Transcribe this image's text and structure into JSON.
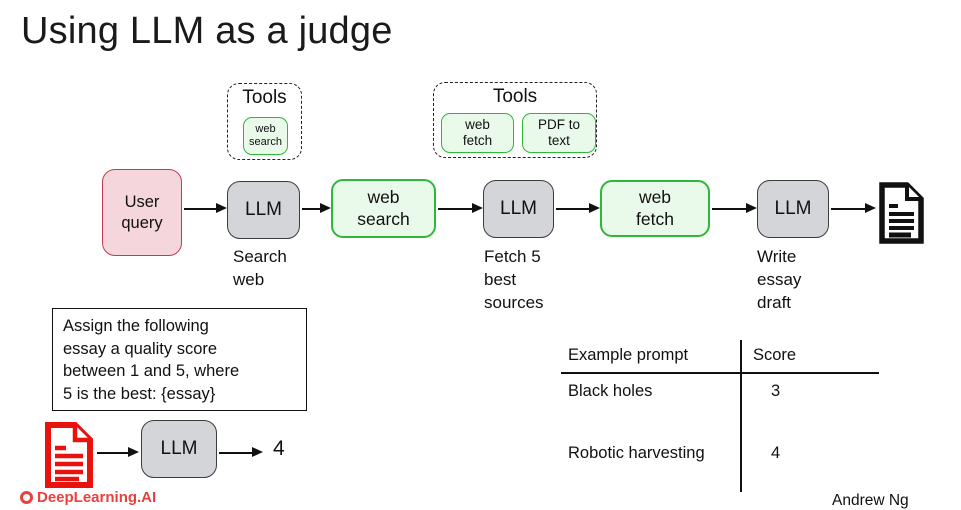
{
  "title": "Using LLM as a judge",
  "toolboxes": [
    {
      "label": "Tools",
      "tools": [
        "web\nsearch"
      ]
    },
    {
      "label": "Tools",
      "tools": [
        "web\nfetch",
        "PDF to\ntext"
      ]
    }
  ],
  "flow": {
    "nodes": [
      {
        "id": "user-query",
        "label": "User\nquery"
      },
      {
        "id": "llm-search",
        "label": "LLM",
        "caption": "Search\nweb"
      },
      {
        "id": "web-search-tool",
        "label": "web\nsearch"
      },
      {
        "id": "llm-fetch",
        "label": "LLM",
        "caption": "Fetch 5\nbest\nsources"
      },
      {
        "id": "web-fetch-tool",
        "label": "web\nfetch"
      },
      {
        "id": "llm-write",
        "label": "LLM",
        "caption": "Write\nessay\ndraft"
      }
    ],
    "output_icon": "essay-draft-document"
  },
  "judge": {
    "prompt": "Assign the following\nessay a quality score\nbetween 1 and 5, where\n5 is the best: {essay}",
    "input_icon": "essay-document",
    "llm_label": "LLM",
    "score": "4"
  },
  "table": {
    "col1_header": "Example prompt",
    "col2_header": "Score",
    "rows": [
      {
        "prompt": "Black holes",
        "score": "3"
      },
      {
        "prompt": "Robotic harvesting",
        "score": "4"
      }
    ]
  },
  "footer": {
    "logo": "DeepLearning.AI",
    "credit": "Andrew Ng"
  },
  "colors": {
    "pink_fill": "#f5d6dc",
    "pink_border": "#c43a52",
    "gray_fill": "#d3d5d9",
    "gray_border": "#3c3c3c",
    "green_fill": "#e9f9ea",
    "green_border": "#2eb838",
    "red_icon": "#e8120e",
    "ink": "#111111"
  }
}
